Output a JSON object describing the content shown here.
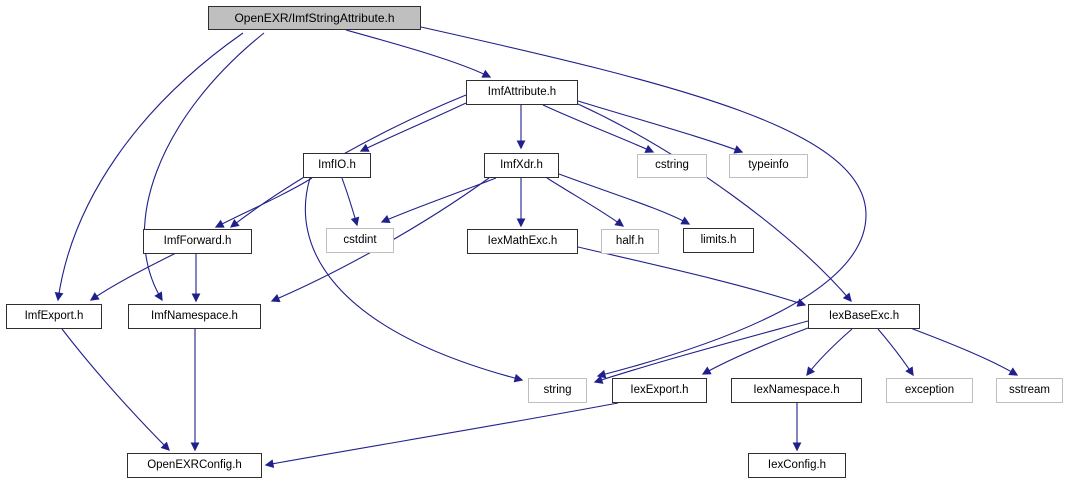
{
  "diagram": {
    "kind": "doxygen-include-dependency-graph",
    "background_color": "#ffffff",
    "edge_color": "#20208c",
    "root_fill_color": "#bfbfbf",
    "internal_border_color": "#2f2f2f",
    "external_border_color": "#bfbfbf",
    "nodes": {
      "root": {
        "label": "OpenEXR/ImfStringAttribute.h",
        "kind": "root"
      },
      "imfattribute_h": {
        "label": "ImfAttribute.h",
        "kind": "internal"
      },
      "imfio_h": {
        "label": "ImfIO.h",
        "kind": "internal"
      },
      "imfxdr_h": {
        "label": "ImfXdr.h",
        "kind": "internal"
      },
      "cstring": {
        "label": "cstring",
        "kind": "external"
      },
      "typeinfo": {
        "label": "typeinfo",
        "kind": "external"
      },
      "imfforward_h": {
        "label": "ImfForward.h",
        "kind": "internal"
      },
      "cstdint": {
        "label": "cstdint",
        "kind": "external"
      },
      "iexmathexc_h": {
        "label": "IexMathExc.h",
        "kind": "internal"
      },
      "half_h": {
        "label": "half.h",
        "kind": "external"
      },
      "limits_h": {
        "label": "limits.h",
        "kind": "internal"
      },
      "imfexport_h": {
        "label": "ImfExport.h",
        "kind": "internal"
      },
      "imfnamespace_h": {
        "label": "ImfNamespace.h",
        "kind": "internal"
      },
      "iexbaseexc_h": {
        "label": "IexBaseExc.h",
        "kind": "internal"
      },
      "string": {
        "label": "string",
        "kind": "external"
      },
      "iexexport_h": {
        "label": "IexExport.h",
        "kind": "internal"
      },
      "iexnamespace_h": {
        "label": "IexNamespace.h",
        "kind": "internal"
      },
      "exception": {
        "label": "exception",
        "kind": "external"
      },
      "sstream": {
        "label": "sstream",
        "kind": "external"
      },
      "openexrconfig_h": {
        "label": "OpenEXRConfig.h",
        "kind": "internal"
      },
      "iexconfig_h": {
        "label": "IexConfig.h",
        "kind": "internal"
      }
    },
    "edges": [
      {
        "from": "root",
        "to": "imfattribute_h"
      },
      {
        "from": "root",
        "to": "imfexport_h"
      },
      {
        "from": "root",
        "to": "imfnamespace_h"
      },
      {
        "from": "root",
        "to": "string"
      },
      {
        "from": "imfattribute_h",
        "to": "imfforward_h"
      },
      {
        "from": "imfattribute_h",
        "to": "imfio_h"
      },
      {
        "from": "imfattribute_h",
        "to": "imfxdr_h"
      },
      {
        "from": "imfattribute_h",
        "to": "cstring"
      },
      {
        "from": "imfattribute_h",
        "to": "typeinfo"
      },
      {
        "from": "imfattribute_h",
        "to": "iexbaseexc_h"
      },
      {
        "from": "imfio_h",
        "to": "imfforward_h"
      },
      {
        "from": "imfio_h",
        "to": "cstdint"
      },
      {
        "from": "imfio_h",
        "to": "string"
      },
      {
        "from": "imfxdr_h",
        "to": "iexmathexc_h"
      },
      {
        "from": "imfxdr_h",
        "to": "half_h"
      },
      {
        "from": "imfxdr_h",
        "to": "limits_h"
      },
      {
        "from": "imfxdr_h",
        "to": "cstdint"
      },
      {
        "from": "imfxdr_h",
        "to": "imfnamespace_h"
      },
      {
        "from": "imfforward_h",
        "to": "imfexport_h"
      },
      {
        "from": "imfforward_h",
        "to": "imfnamespace_h"
      },
      {
        "from": "iexmathexc_h",
        "to": "iexbaseexc_h"
      },
      {
        "from": "iexbaseexc_h",
        "to": "string"
      },
      {
        "from": "iexbaseexc_h",
        "to": "iexexport_h"
      },
      {
        "from": "iexbaseexc_h",
        "to": "iexnamespace_h"
      },
      {
        "from": "iexbaseexc_h",
        "to": "exception"
      },
      {
        "from": "iexbaseexc_h",
        "to": "sstream"
      },
      {
        "from": "imfexport_h",
        "to": "openexrconfig_h"
      },
      {
        "from": "imfnamespace_h",
        "to": "openexrconfig_h"
      },
      {
        "from": "iexexport_h",
        "to": "openexrconfig_h"
      },
      {
        "from": "iexnamespace_h",
        "to": "iexconfig_h"
      }
    ]
  }
}
